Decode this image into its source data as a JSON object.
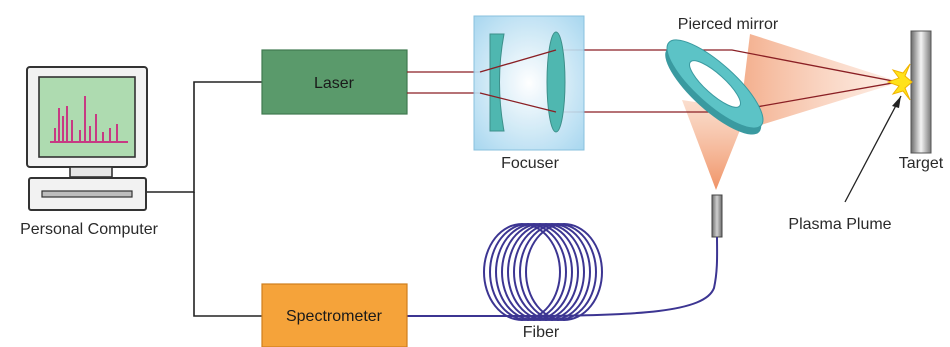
{
  "labels": {
    "laser": "Laser",
    "focuser": "Focuser",
    "pierced_mirror": "Pierced mirror",
    "target": "Target",
    "plasma_plume": "Plasma Plume",
    "personal_computer": "Personal Computer",
    "spectrometer": "Spectrometer",
    "fiber": "Fiber"
  },
  "colors": {
    "laser_box": "#5a9a6b",
    "laser_border": "#3f7a50",
    "spectrometer_box": "#f5a33a",
    "spectrometer_border": "#cf7e1d",
    "focuser_box": "#c6e6f5",
    "lens": "#4fb7b0",
    "mirror": "#55bcc0",
    "beam": "#8a1f24",
    "fiber": "#3c3592",
    "plume_glow": "#f4a47c",
    "plasma": "#ffe21a",
    "monitor_screen": "#aedbb0",
    "spectrum_lines": "#c73a83",
    "wire": "#222222"
  },
  "icons": {
    "computer": "desktop-computer-icon",
    "plasma": "plasma-burst-icon"
  }
}
